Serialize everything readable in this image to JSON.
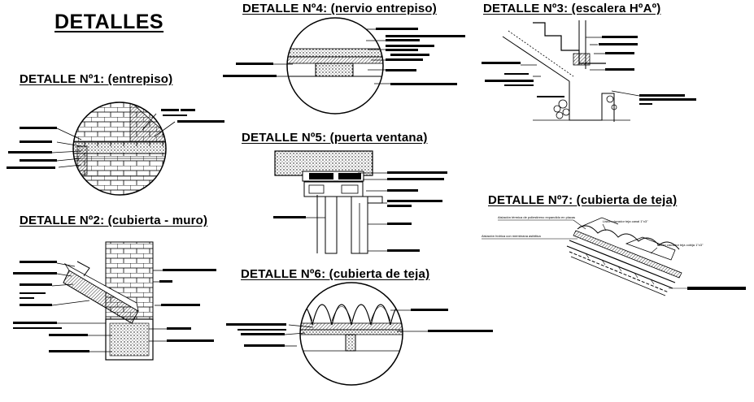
{
  "sheet": {
    "title": "DETALLES"
  },
  "details": [
    {
      "id": "d1",
      "title": "DETALLE Nº1: (entrepiso)"
    },
    {
      "id": "d2",
      "title": "DETALLE Nº2: (cubierta - muro)"
    },
    {
      "id": "d3",
      "title": "DETALLE Nº3: (escalera HºAº)"
    },
    {
      "id": "d4",
      "title": "DETALLE Nº4: (nervio entrepiso)"
    },
    {
      "id": "d5",
      "title": "DETALLE Nº5: (puerta ventana)"
    },
    {
      "id": "d6",
      "title": "DETALLE Nº6: (cubierta de teja)"
    },
    {
      "id": "d7",
      "title": "DETALLE Nº7: (cubierta de teja)"
    }
  ],
  "detail7_notes": {
    "note_a": "Aislación térmica de poliestireno expandido en placas",
    "note_b": "Listón clavador teja canal 1\"x3\"",
    "note_c": "Aislación hídrica con membrana asfáltica",
    "note_d": "Listón clavador teja cobija 1\"x3\""
  }
}
